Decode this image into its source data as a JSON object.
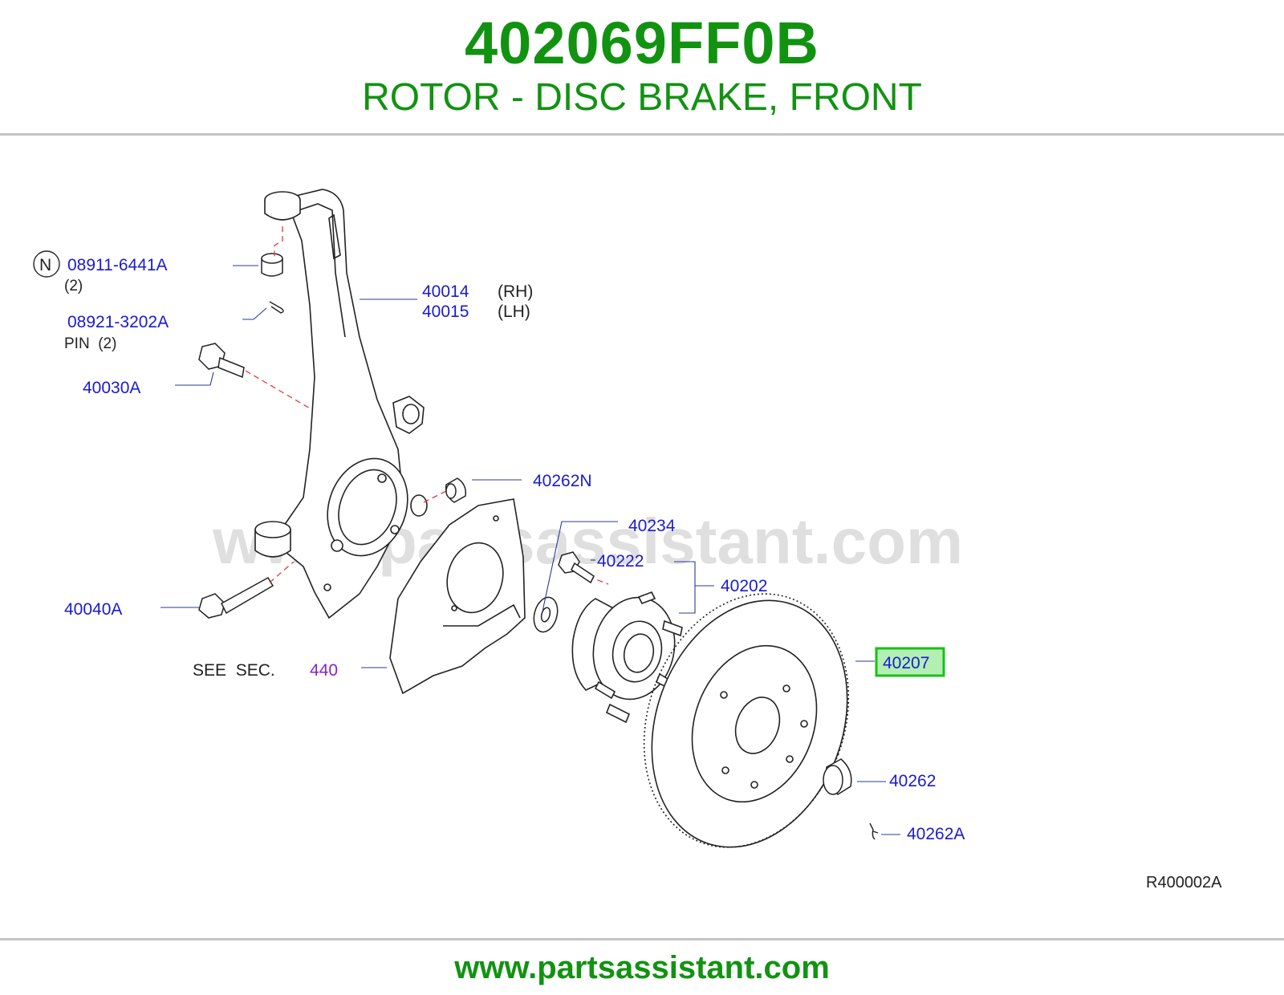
{
  "header": {
    "part_number": "402069FF0B",
    "title": "ROTOR - DISC BRAKE, FRONT"
  },
  "diagram": {
    "watermark": "www.partsassistant.com",
    "drawing_code": "R400002A",
    "callouts": {
      "c08911": {
        "code": "08911-6441A",
        "qty": "(2)",
        "badge": "N"
      },
      "c08921": {
        "code": "08921-3202A",
        "desc": "PIN  (2)"
      },
      "c40030A": {
        "code": "40030A"
      },
      "c40040A": {
        "code": "40040A"
      },
      "c40014": {
        "code": "40014",
        "side": "(RH)"
      },
      "c40015": {
        "code": "40015",
        "side": "(LH)"
      },
      "c40262N": {
        "code": "40262N"
      },
      "c40234": {
        "code": "40234"
      },
      "c40222": {
        "code": "40222"
      },
      "c40202": {
        "code": "40202"
      },
      "c40207": {
        "code": "40207",
        "highlighted": true
      },
      "c40262": {
        "code": "40262"
      },
      "c40262A": {
        "code": "40262A"
      },
      "see": {
        "prefix": "SEE  SEC.",
        "section": "440"
      }
    },
    "colors": {
      "callout": "#1a1ad1",
      "section_ref": "#8b21c8",
      "highlight_border": "#18c018",
      "highlight_fill": "#b3efb3",
      "brand": "#119311"
    }
  },
  "footer": {
    "url": "www.partsassistant.com"
  }
}
